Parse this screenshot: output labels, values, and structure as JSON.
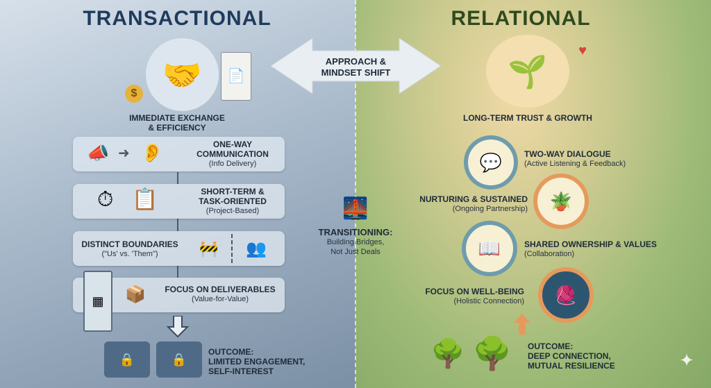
{
  "left": {
    "title": "TRANSACTIONAL",
    "headline": [
      "IMMEDIATE EXCHANGE",
      "& EFFICIENCY"
    ],
    "items": [
      {
        "title": [
          "ONE-WAY",
          "COMMUNICATION"
        ],
        "subtitle": "(Info Delivery)"
      },
      {
        "title": [
          "SHORT-TERM &",
          "TASK-ORIENTED"
        ],
        "subtitle": "(Project-Based)"
      },
      {
        "title": [
          "DISTINCT BOUNDARIES"
        ],
        "subtitle": "(\"Us' vs. 'Them\")"
      },
      {
        "title": [
          "FOCUS ON DELIVERABLES"
        ],
        "subtitle": "(Value-for-Value)"
      }
    ],
    "outcome": [
      "OUTCOME:",
      "LIMITED ENGAGEMENT,",
      "SELF-INTEREST"
    ]
  },
  "center": {
    "shift": [
      "APPROACH &",
      "MINDSET SHIFT"
    ],
    "transition_title": "TRANSITIONING:",
    "transition_sub": [
      "Building Bridges,",
      "Not Just Deals"
    ]
  },
  "right": {
    "title": "RELATIONAL",
    "headline": "LONG-TERM TRUST & GROWTH",
    "items": [
      {
        "title": "TWO-WAY DIALOGUE",
        "subtitle": "(Active Listening & Feedback)"
      },
      {
        "title": "NURTURING & SUSTAINED",
        "subtitle": "(Ongoing Partnership)"
      },
      {
        "title": "SHARED OWNERSHIP & VALUES",
        "subtitle": "(Collaboration)"
      },
      {
        "title": "FOCUS ON WELL-BEING",
        "subtitle": "(Holistic Connection)"
      }
    ],
    "outcome": [
      "OUTCOME:",
      "DEEP CONNECTION,",
      "MUTUAL RESILIENCE"
    ]
  },
  "colors": {
    "left_title": "#1f3b5c",
    "right_title": "#2e4a1f",
    "orange": "#e59a5b",
    "teal": "#6f9cad"
  }
}
